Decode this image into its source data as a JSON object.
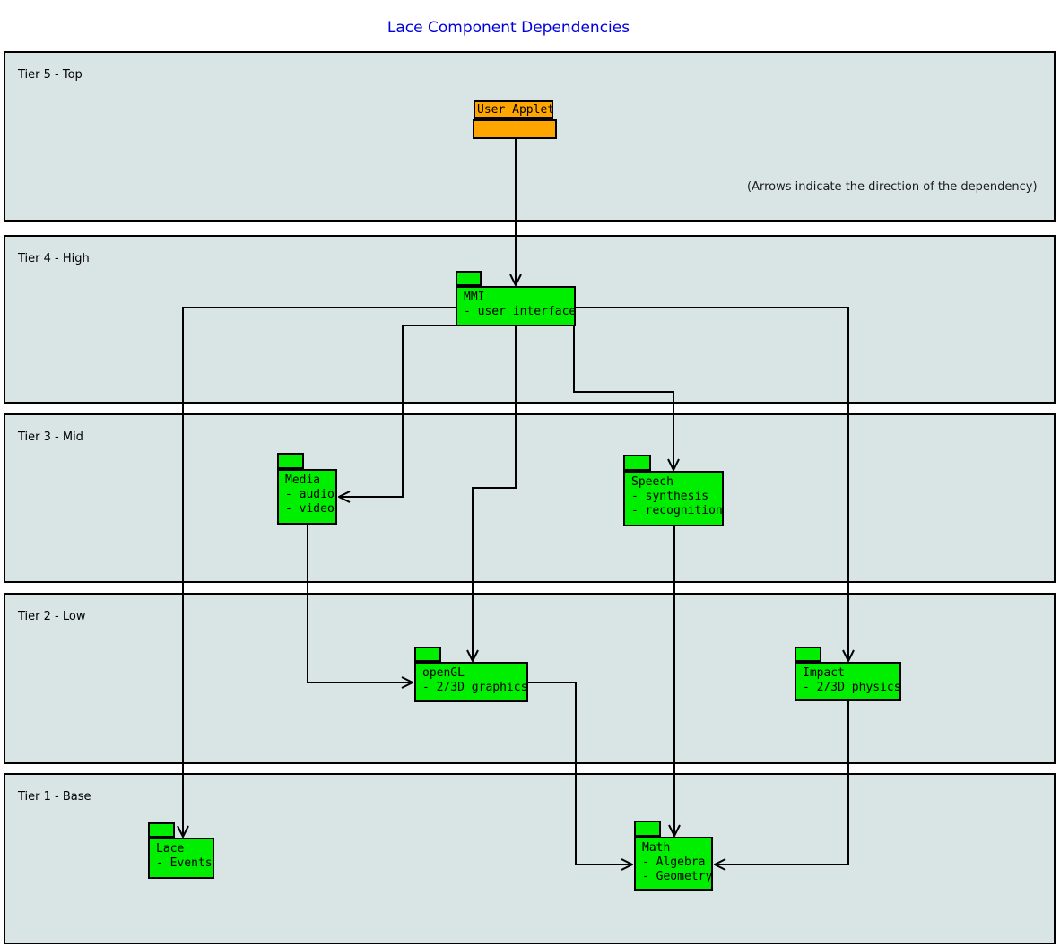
{
  "title": "Lace Component Dependencies",
  "annotation": "(Arrows indicate the direction of the dependency)",
  "colors": {
    "title": "#0000e0",
    "tier_fill": "#d9e4e4",
    "component_green": "#00ee00",
    "component_orange": "#ffa500",
    "line": "#000000"
  },
  "tiers": [
    {
      "label": "Tier 5 - Top",
      "contains": [
        "User Applet"
      ]
    },
    {
      "label": "Tier 4 - High",
      "contains": [
        "MMI"
      ]
    },
    {
      "label": "Tier 3 - Mid",
      "contains": [
        "Media",
        "Speech"
      ]
    },
    {
      "label": "Tier 2 - Low",
      "contains": [
        "openGL",
        "Impact"
      ]
    },
    {
      "label": "Tier 1 - Base",
      "contains": [
        "Lace",
        "Math"
      ]
    }
  ],
  "components": {
    "user_applet": {
      "name": "User Applet",
      "lines": [],
      "tier": "Tier 5 - Top",
      "color": "orange"
    },
    "mmi": {
      "name": "MMI",
      "lines": [
        "- user interface"
      ],
      "tier": "Tier 4 - High",
      "color": "green"
    },
    "media": {
      "name": "Media",
      "lines": [
        "- audio",
        "- video"
      ],
      "tier": "Tier 3 - Mid",
      "color": "green"
    },
    "speech": {
      "name": "Speech",
      "lines": [
        "- synthesis",
        "- recognition"
      ],
      "tier": "Tier 3 - Mid",
      "color": "green"
    },
    "opengl": {
      "name": "openGL",
      "lines": [
        "- 2/3D graphics"
      ],
      "tier": "Tier 2 - Low",
      "color": "green"
    },
    "impact": {
      "name": "Impact",
      "lines": [
        "- 2/3D physics"
      ],
      "tier": "Tier 2 - Low",
      "color": "green"
    },
    "lace": {
      "name": "Lace",
      "lines": [
        "- Events"
      ],
      "tier": "Tier 1 - Base",
      "color": "green"
    },
    "math": {
      "name": "Math",
      "lines": [
        "- Algebra",
        "- Geometry"
      ],
      "tier": "Tier 1 - Base",
      "color": "green"
    }
  },
  "dependencies": [
    {
      "from": "User Applet",
      "to": "MMI"
    },
    {
      "from": "MMI",
      "to": "Lace"
    },
    {
      "from": "MMI",
      "to": "Media"
    },
    {
      "from": "MMI",
      "to": "Speech"
    },
    {
      "from": "MMI",
      "to": "openGL"
    },
    {
      "from": "MMI",
      "to": "Impact"
    },
    {
      "from": "Media",
      "to": "openGL"
    },
    {
      "from": "Speech",
      "to": "Math"
    },
    {
      "from": "openGL",
      "to": "Math"
    },
    {
      "from": "Impact",
      "to": "Math"
    }
  ]
}
